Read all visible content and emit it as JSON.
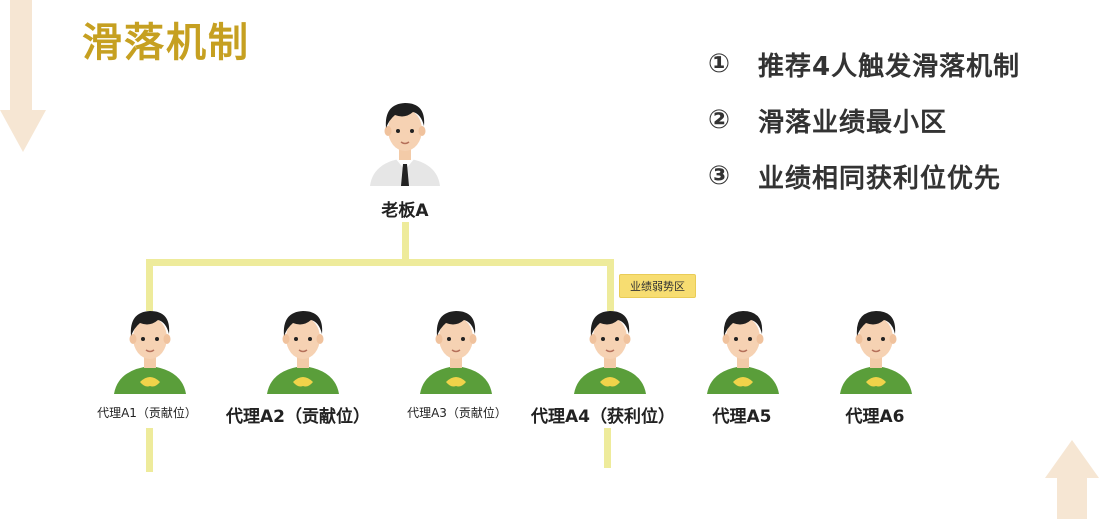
{
  "title": "滑落机制",
  "rules": [
    {
      "num": "①",
      "text": "推荐4人触发滑落机制"
    },
    {
      "num": "②",
      "text": "滑落业绩最小区"
    },
    {
      "num": "③",
      "text": "业绩相同获利位优先"
    }
  ],
  "boss": {
    "label": "老板A"
  },
  "badge": "业绩弱势区",
  "agents": [
    {
      "label": "代理A1（贡献位）",
      "size": "small"
    },
    {
      "label": "代理A2（贡献位）",
      "size": "big"
    },
    {
      "label": "代理A3（贡献位）",
      "size": "small"
    },
    {
      "label": "代理A4（获利位）",
      "size": "big"
    },
    {
      "label": "代理A5",
      "size": "big"
    },
    {
      "label": "代理A6",
      "size": "big"
    }
  ],
  "colors": {
    "title": "#c6a021",
    "connector": "#eeeb9b",
    "badge": "#f7dd71",
    "shirt": "#5a9e3a",
    "deco_arrow": "#f6e6d3"
  }
}
